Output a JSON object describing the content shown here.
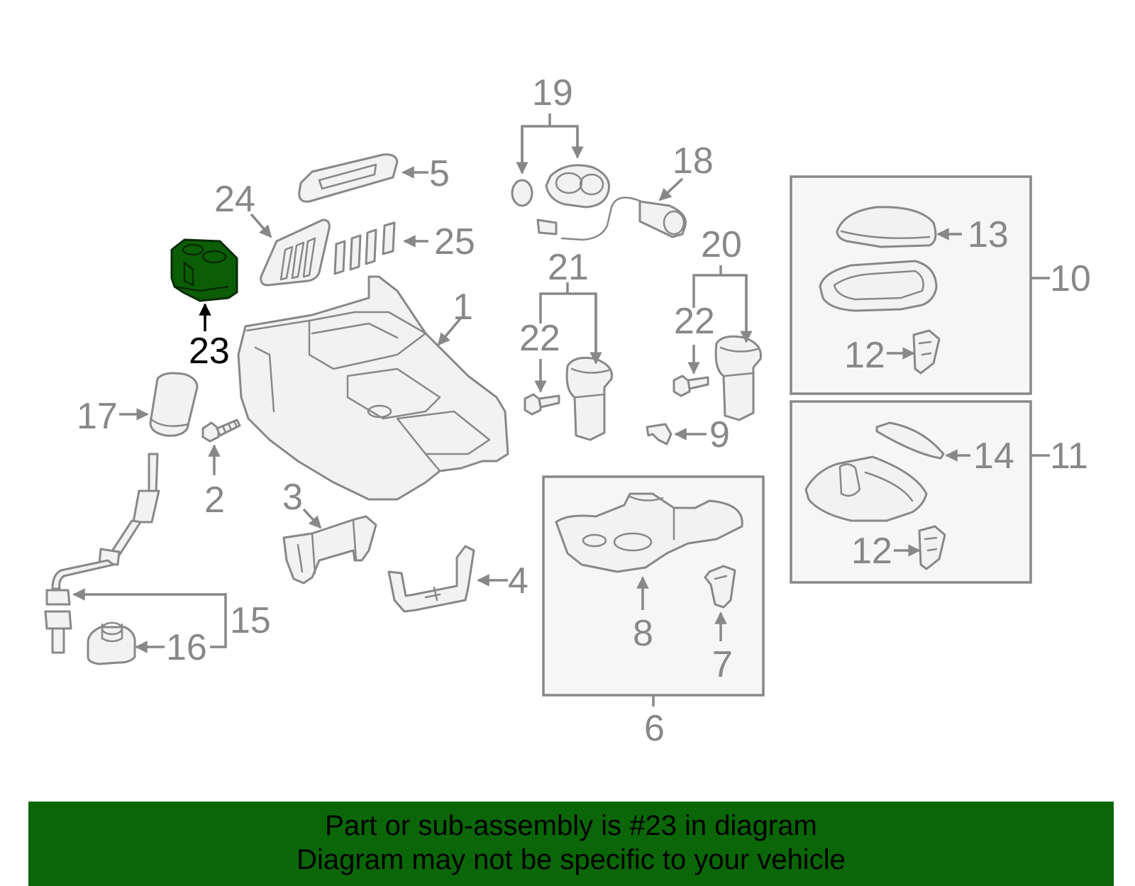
{
  "highlight": {
    "part_number": "23",
    "color": "#0b5e05"
  },
  "callouts": {
    "c1": "1",
    "c2": "2",
    "c3": "3",
    "c4": "4",
    "c5": "5",
    "c6": "6",
    "c7": "7",
    "c8": "8",
    "c9": "9",
    "c10": "10",
    "c11": "11",
    "c12a": "12",
    "c12b": "12",
    "c13": "13",
    "c14": "14",
    "c15": "15",
    "c16": "16",
    "c17": "17",
    "c18": "18",
    "c19": "19",
    "c20": "20",
    "c21": "21",
    "c22a": "22",
    "c22b": "22",
    "c23": "23",
    "c24": "24",
    "c25": "25"
  },
  "banner": {
    "line1": "Part or sub-assembly is #23 in diagram",
    "line2": "Diagram may not be specific to your vehicle",
    "background": "#0b6608"
  }
}
